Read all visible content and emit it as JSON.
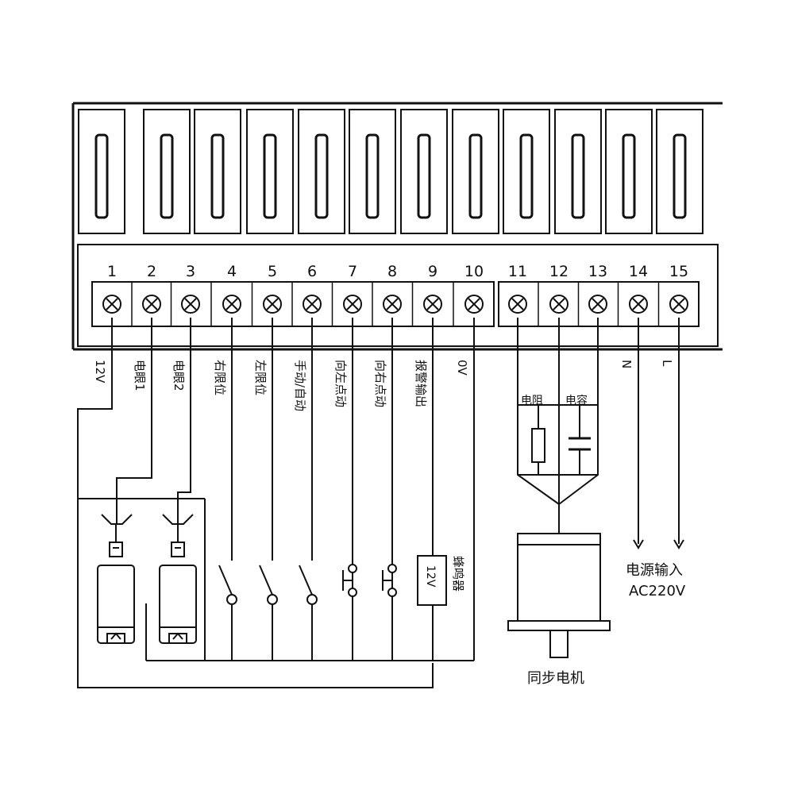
{
  "terminals": [
    {
      "num": "1",
      "label": "12V"
    },
    {
      "num": "2",
      "label": "电眼1"
    },
    {
      "num": "3",
      "label": "电眼2"
    },
    {
      "num": "4",
      "label": "右限位"
    },
    {
      "num": "5",
      "label": "左限位"
    },
    {
      "num": "6",
      "label": "手动/自动"
    },
    {
      "num": "7",
      "label": "向左点动"
    },
    {
      "num": "8",
      "label": "向右点动"
    },
    {
      "num": "9",
      "label": "报警输出"
    },
    {
      "num": "10",
      "label": "0V"
    },
    {
      "num": "11",
      "label": ""
    },
    {
      "num": "12",
      "label": ""
    },
    {
      "num": "13",
      "label": ""
    },
    {
      "num": "14",
      "label": "N"
    },
    {
      "num": "15",
      "label": "L"
    }
  ],
  "components": {
    "resistor_label": "电阻",
    "capacitor_label": "电容",
    "motor_label": "同步电机",
    "power_label": "电源输入",
    "power_voltage": "AC220V",
    "buzzer_voltage": "12V",
    "buzzer_label": "蜂鸣器"
  },
  "icons": {
    "terminal_screw": "screw-terminal-icon",
    "sensor": "photo-sensor-icon",
    "switch": "toggle-switch-icon",
    "push_button": "push-button-icon"
  }
}
